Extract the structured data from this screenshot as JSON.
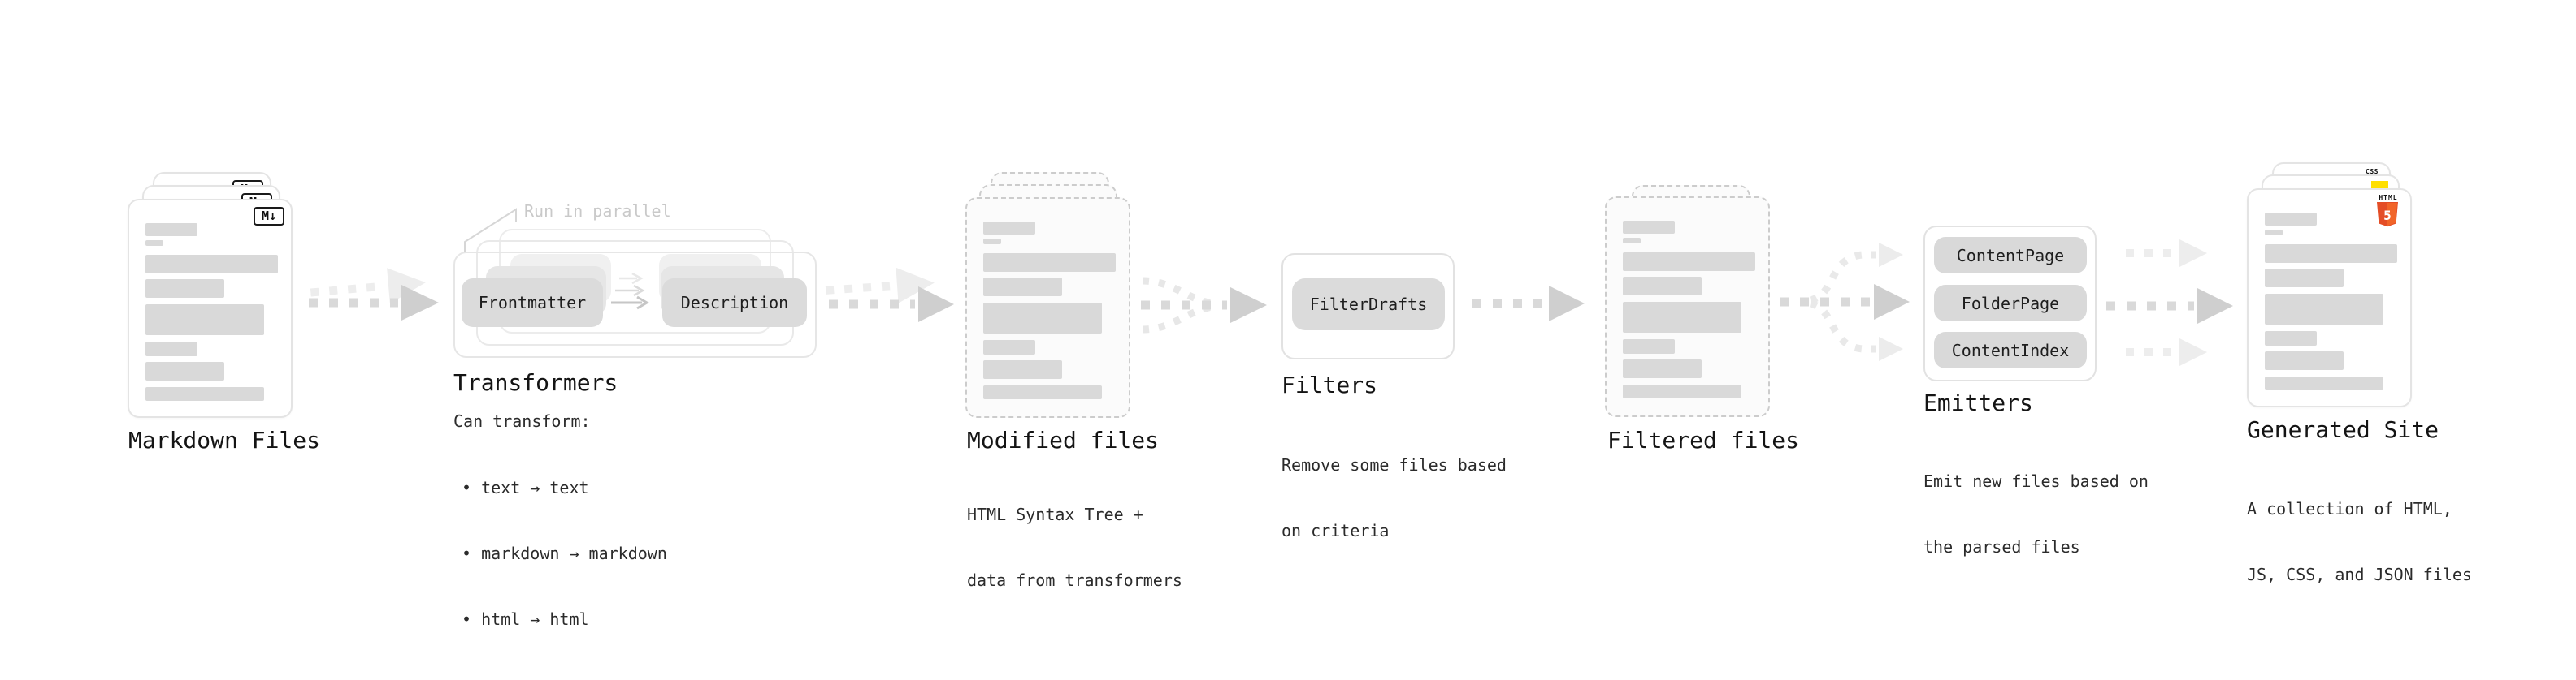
{
  "colors": {
    "html5_orange": "#e44d26",
    "html5_orange_light": "#f16529",
    "js_yellow": "#ffdf00",
    "css_blue": "#2965f1"
  },
  "sections": {
    "markdown": {
      "title": "Markdown Files",
      "badge_label": "M↓"
    },
    "transformers": {
      "title": "Transformers",
      "annotation": "Run in parallel",
      "frontmatter_pill": "Frontmatter",
      "description_pill": "Description",
      "can_transform_heading": "Can transform:",
      "bullets": [
        "• text → text",
        "• markdown → markdown",
        "• html → html"
      ]
    },
    "modified": {
      "title": "Modified files",
      "subtitle_line1": "HTML Syntax Tree +",
      "subtitle_line2": "data from transformers"
    },
    "filters": {
      "title": "Filters",
      "pill": "FilterDrafts",
      "subtitle_line1": "Remove some files based",
      "subtitle_line2": "on criteria"
    },
    "filtered": {
      "title": "Filtered files"
    },
    "emitters": {
      "title": "Emitters",
      "pills": [
        "ContentPage",
        "FolderPage",
        "ContentIndex"
      ],
      "subtitle_line1": "Emit new files based on",
      "subtitle_line2": "the parsed files"
    },
    "generated": {
      "title": "Generated Site",
      "subtitle_line1": "A collection of HTML,",
      "subtitle_line2": "JS, CSS, and JSON files",
      "css_badge_label": "CSS",
      "html_badge_label": "HTML",
      "html_badge_number": "5"
    }
  }
}
